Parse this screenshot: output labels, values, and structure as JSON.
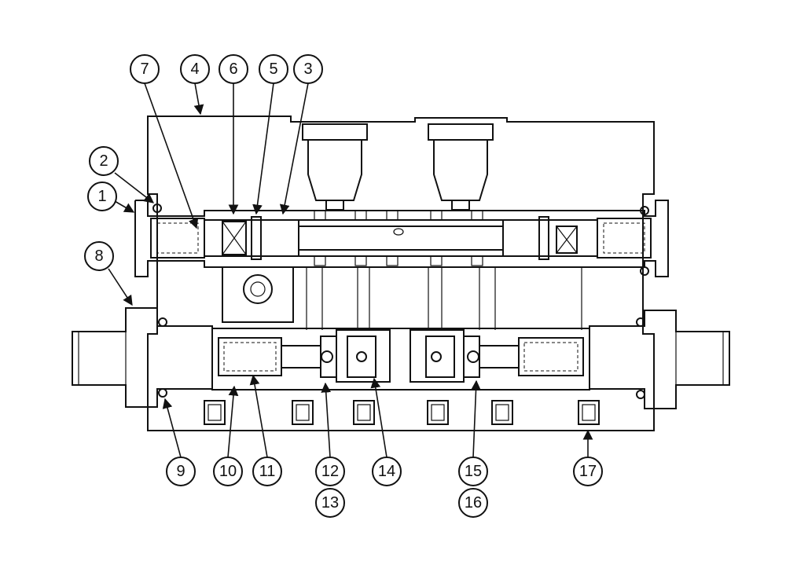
{
  "callouts": {
    "c1": "1",
    "c2": "2",
    "c3": "3",
    "c4": "4",
    "c5": "5",
    "c6": "6",
    "c7": "7",
    "c8": "8",
    "c9": "9",
    "c10": "10",
    "c11": "11",
    "c12": "12",
    "c13": "13",
    "c14": "14",
    "c15": "15",
    "c16": "16",
    "c17": "17"
  },
  "colors": {
    "ink": "#111111",
    "background": "#ffffff"
  }
}
